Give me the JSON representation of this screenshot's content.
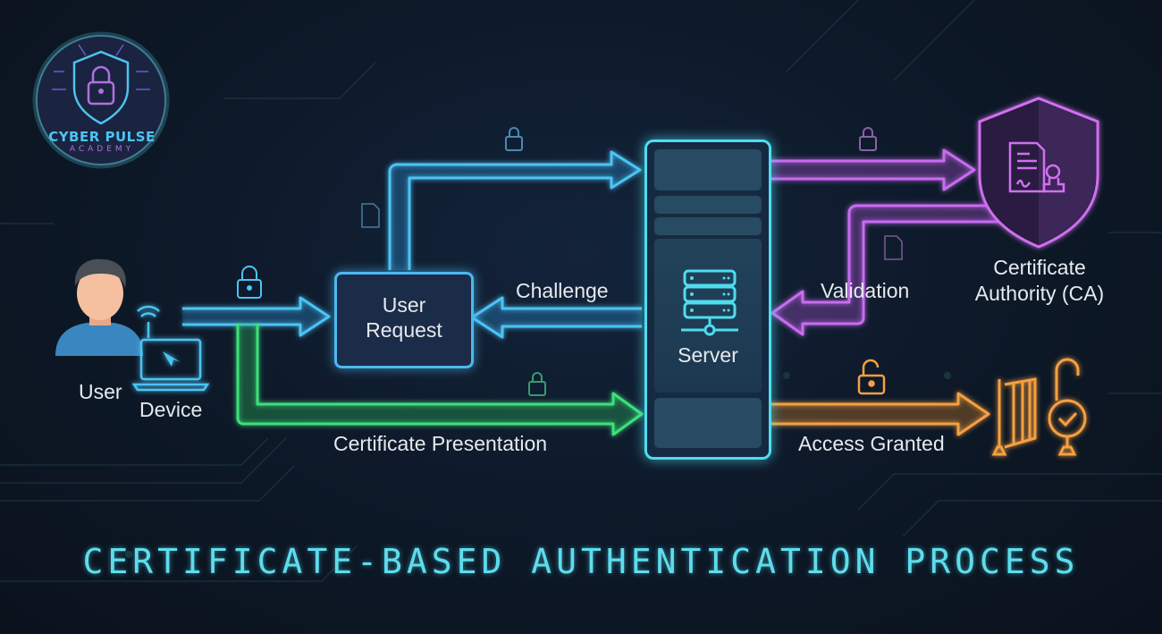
{
  "logo": {
    "name": "CYBER PULSE",
    "subtitle": "ACADEMY"
  },
  "title": "CERTIFICATE-BASED AUTHENTICATION PROCESS",
  "nodes": {
    "user": {
      "label": "User",
      "icon": "user-avatar-icon"
    },
    "device": {
      "label": "Device",
      "icon": "laptop-wifi-icon"
    },
    "user_request": {
      "label_line1": "User",
      "label_line2": "Request"
    },
    "server": {
      "label": "Server",
      "icon": "server-rack-icon"
    },
    "ca": {
      "label_line1": "Certificate",
      "label_line2": "Authority (CA)",
      "icon": "shield-certificate-stamp-icon"
    },
    "access": {
      "icon": "gate-and-unlock-check-icon"
    }
  },
  "flows": [
    {
      "label": "",
      "from": "Device",
      "to": "User Request",
      "color": "#4cc4f5",
      "icon": "lock-icon"
    },
    {
      "label": "",
      "from": "User Request",
      "to": "Server",
      "color": "#4cc4f5",
      "icon": "lock-icon"
    },
    {
      "label": "Challenge",
      "from": "Server",
      "to": "User Request",
      "color": "#4cc4f5"
    },
    {
      "label": "Certificate Presentation",
      "from": "Device",
      "to": "Server",
      "color": "#3de07a",
      "icon": "lock-icon"
    },
    {
      "label": "",
      "from": "Server",
      "to": "Certificate Authority (CA)",
      "color": "#c86cf0",
      "icon": "lock-icon"
    },
    {
      "label": "Validation",
      "from": "Certificate Authority (CA)",
      "to": "Server",
      "color": "#c86cf0",
      "icon": "document-icon"
    },
    {
      "label": "Access Granted",
      "from": "Server",
      "to": "Access",
      "color": "#f5a040",
      "icon": "unlock-icon"
    }
  ],
  "colors": {
    "background": "#0c1520",
    "blue": "#4cc4f5",
    "cyan": "#4fdcef",
    "green": "#3de07a",
    "purple": "#c86cf0",
    "orange": "#f5a040",
    "title": "#5fdcec"
  }
}
